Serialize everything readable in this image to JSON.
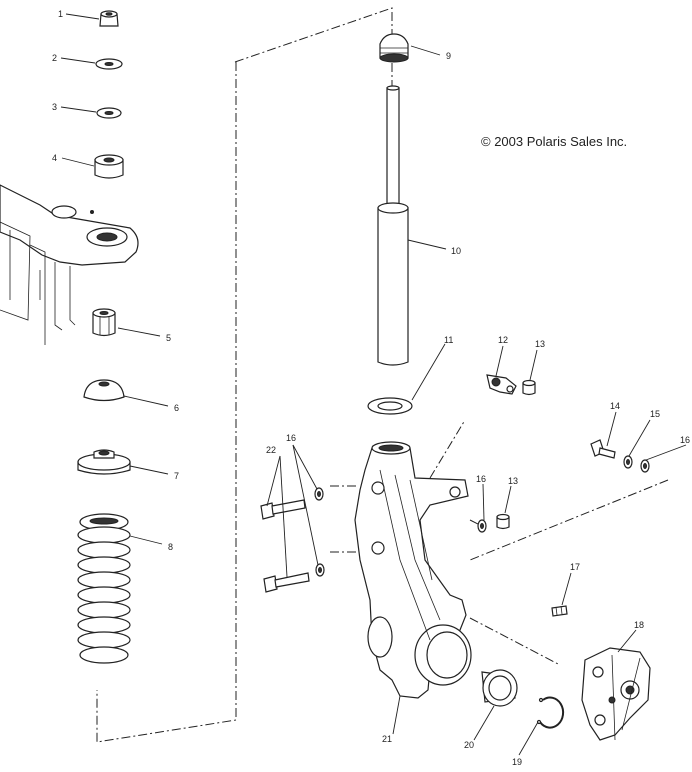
{
  "copyright": "© 2003 Polaris Sales Inc.",
  "callouts": {
    "c1": "1",
    "c2": "2",
    "c3": "3",
    "c4": "4",
    "c5": "5",
    "c6": "6",
    "c7": "7",
    "c8": "8",
    "c9": "9",
    "c10": "10",
    "c11": "11",
    "c12": "12",
    "c13a": "13",
    "c13b": "13",
    "c14": "14",
    "c15": "15",
    "c16a": "16",
    "c16b": "16",
    "c16c": "16",
    "c17": "17",
    "c18": "18",
    "c19": "19",
    "c20": "20",
    "c21": "21",
    "c22": "22"
  }
}
